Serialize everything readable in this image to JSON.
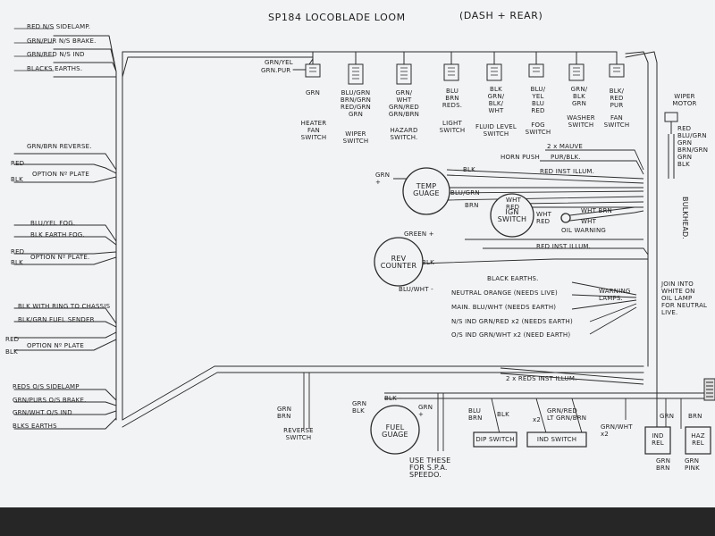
{
  "title": "SP184 LOCOBLADE LOOM",
  "subtitle": "(DASH + REAR)",
  "left_labels": [
    {
      "text": "RED N/S SIDELAMP."
    },
    {
      "text": "GRN/PUR N/S BRAKE."
    },
    {
      "text": "GRN/RED N/S IND"
    },
    {
      "text": "BLACKS EARTHS."
    },
    {
      "text": "GRN/BRN REVERSE."
    },
    {
      "text": "RED"
    },
    {
      "text": "BLK"
    },
    {
      "text": "OPTION Nº PLATE"
    },
    {
      "text": "BLU/YEL FOG."
    },
    {
      "text": "BLK EARTH FOG."
    },
    {
      "text": "RED"
    },
    {
      "text": "BLK"
    },
    {
      "text": "OPTION Nº PLATE."
    },
    {
      "text": "BLK WITH RING TO CHASSIS"
    },
    {
      "text": "BLK/GRN FUEL SENDER"
    },
    {
      "text": "RED"
    },
    {
      "text": "BLK"
    },
    {
      "text": "OPTION Nº PLATE"
    },
    {
      "text": "REDS O/S SIDELAMP"
    },
    {
      "text": "GRN/PURS O/S BRAKE."
    },
    {
      "text": "GRN/WHT O/S IND"
    },
    {
      "text": "BLKS EARTHS"
    }
  ],
  "top_source": {
    "line1": "GRN/YEL",
    "line2": "GRN.PUR"
  },
  "switches": [
    {
      "wires": "GRN",
      "name": "HEATER\nFAN\nSWITCH"
    },
    {
      "wires": "BLU/GRN\nBRN/GRN\nRED/GRN\nGRN",
      "name": "WIPER\nSWITCH"
    },
    {
      "wires": "GRN/\nWHT\nGRN/RED\nGRN/BRN",
      "name": "HAZARD\nSWITCH."
    },
    {
      "wires": "BLU\nBRN\nREDS.",
      "name": "LIGHT\nSWITCH"
    },
    {
      "wires": "BLK\nGRN/\nBLK/\nWHT",
      "name": "FLUID LEVEL\nSWITCH"
    },
    {
      "wires": "BLU/\nYEL\nBLU\nRED",
      "name": "FOG\nSWITCH"
    },
    {
      "wires": "GRN/\nBLK\nGRN",
      "name": "WASHER\nSWITCH"
    },
    {
      "wires": "BLK/\nRED\nPUR",
      "name": "FAN\nSWITCH"
    }
  ],
  "wiper_motor": {
    "label": "WIPER\nMOTOR",
    "wires": "RED\nBLU/GRN\nGRN\nBRN/GRN\nGRN\nBLK"
  },
  "bulkhead": "BULKHEAD.",
  "horn": {
    "label": "HORN PUSH",
    "feed": "2 x MAUVE",
    "wires": "PUR/BLK."
  },
  "temp_gauge": {
    "name": "TEMP\nGUAGE",
    "in_left": "GRN\n+",
    "top_wire": "BLK",
    "side_wire": "BLU/GRN",
    "bottom_wire": "BRN"
  },
  "ign_switch": {
    "name": "IGN\nSWITCH",
    "top_wire": "WHT\nRED",
    "side_wire": "WHT\nRED"
  },
  "oil_warning": {
    "label": "OIL WARNING",
    "w1": "WHT BRN",
    "w2": "WHT"
  },
  "red_inst_illum_1": "RED INST ILLUM.",
  "red_inst_illum_2": "RED INST ILLUM.",
  "rev_counter": {
    "name": "REV\nCOUNTER",
    "top_wire": "GREEN +",
    "side_wire": "BLK",
    "bottom_wire": "BLU/WHT -"
  },
  "warning_lamps": {
    "title": "WARNING\nLAMPS.",
    "lines": [
      "BLACK EARTHS.",
      "NEUTRAL ORANGE (NEEDS LIVE)",
      "MAIN. BLU/WHT (NEEDS EARTH)",
      "N/S IND GRN/RED x2 (NEEDS EARTH)",
      "O/S IND GRN/WHT x2 (NEED EARTH)"
    ],
    "note": "JOIN INTO\nWHITE ON\nOIL LAMP\nFOR NEUTRAL\nLIVE."
  },
  "reds_inst_illum": "2 x REDS INST ILLUM.",
  "reverse_switch": {
    "wires": "GRN\nBRN",
    "name": "REVERSE\nSWITCH"
  },
  "fuel_gauge": {
    "name": "FUEL\nGUAGE",
    "left": "GRN\nBLK",
    "top_blk": "BLK -",
    "top_grn": "GRN\n+"
  },
  "speedo_note": "USE THESE\nFOR S.P.A.\nSPEEDO.",
  "dip_switch": {
    "name": "DIP SWITCH",
    "wires": "BLU\nBRN",
    "wires2": "BLK"
  },
  "ind_switch": {
    "name": "IND SWITCH",
    "wires": "GRN/RED\nLT GRN/BRN",
    "left": "x2",
    "right": "GRN/WHT\nx2"
  },
  "ind_rel": {
    "name": "IND\nREL",
    "top": "GRN",
    "bottom": "GRN\nBRN"
  },
  "haz_rel": {
    "name": "HAZ\nREL",
    "top": "BRN",
    "bottom": "GRN\nPINK"
  }
}
